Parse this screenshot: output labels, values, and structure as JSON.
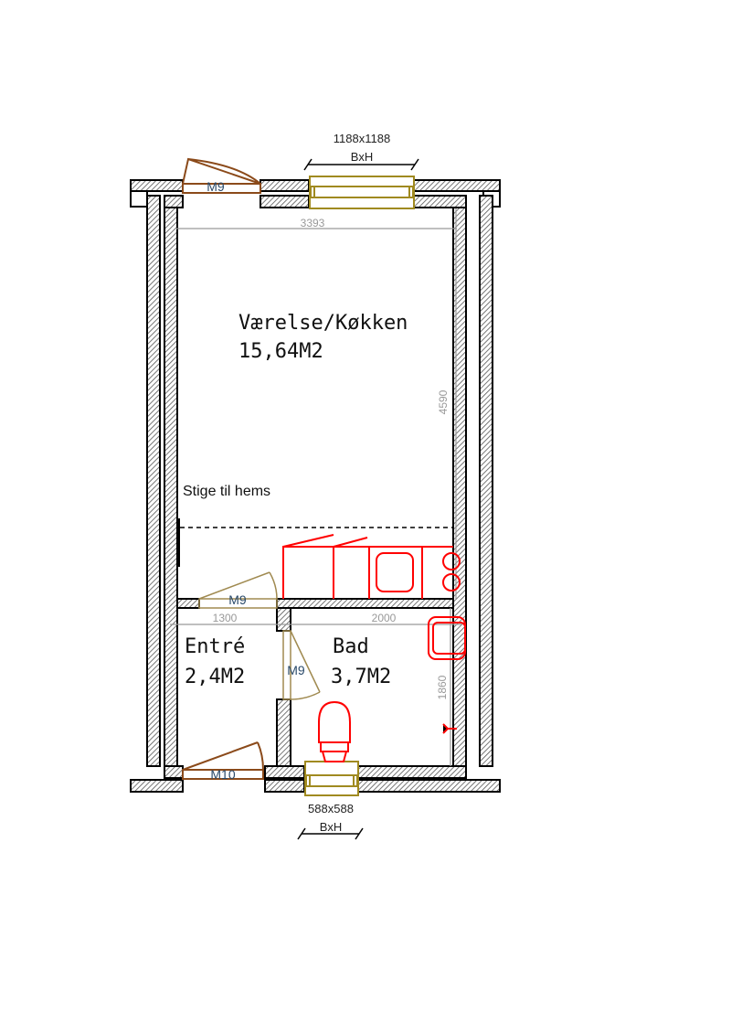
{
  "colors": {
    "wall": "#000000",
    "door": "#8b4a1a",
    "window": "#a08a20",
    "fixture": "#ff0000",
    "dimension": "#999999"
  },
  "rooms": [
    {
      "name": "Værelse/Køkken",
      "area": "15,64M2"
    },
    {
      "name": "Entré",
      "area": "2,4M2"
    },
    {
      "name": "Bad",
      "area": "3,7M2"
    }
  ],
  "windows": [
    {
      "size": "1188x1188",
      "unit": "BxH"
    },
    {
      "size": "588x588",
      "unit": "BxH"
    }
  ],
  "doors": [
    "M9",
    "M9",
    "M9",
    "M10"
  ],
  "dimensions": {
    "top_width": "3393",
    "main_height": "4590",
    "entre_width": "1300",
    "bad_width": "2000",
    "bad_height": "1860"
  },
  "note": "Stige til hems"
}
